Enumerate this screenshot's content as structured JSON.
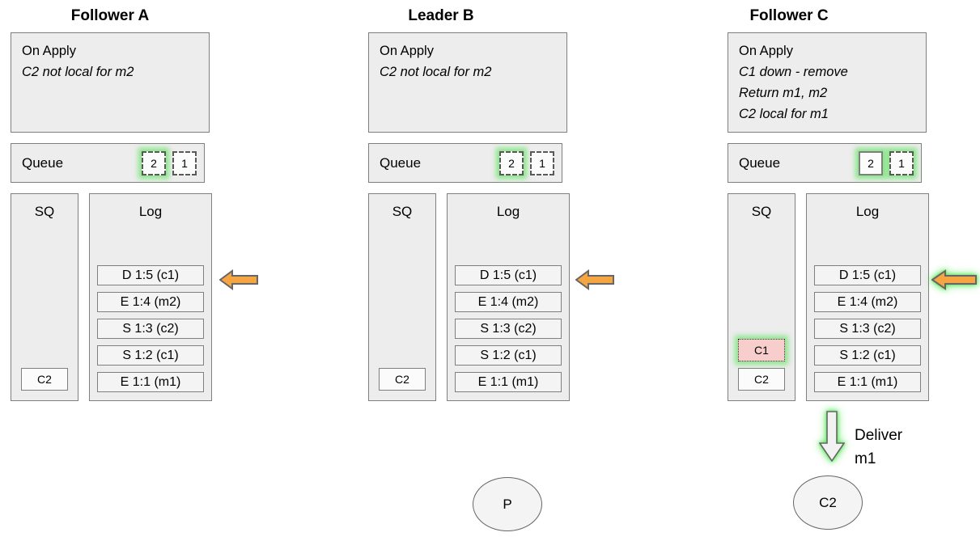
{
  "colors": {
    "box_fill": "#ededed",
    "entry_fill": "#f4f4f4",
    "border_gray": "#7f7f7f",
    "arrow_orange": "#f6a543",
    "removed_pink": "#f8cecc",
    "glow_green": "#5ce25c"
  },
  "nodes": [
    {
      "title": "Follower A",
      "on_apply": {
        "heading": "On Apply",
        "lines": [
          "C2 not local for m2"
        ]
      },
      "queue": {
        "label": "Queue",
        "items": [
          {
            "label": "2",
            "border": "dashed",
            "glow": true
          },
          {
            "label": "1",
            "border": "dashed",
            "glow": false
          }
        ]
      },
      "sq": {
        "label": "SQ",
        "items": [
          {
            "label": "C2",
            "state": "normal"
          }
        ]
      },
      "log": {
        "label": "Log",
        "entries": [
          "D 1:5 (c1)",
          "E 1:4 (m2)",
          "S 1:3 (c2)",
          "S 1:2 (c1)",
          "E 1:1 (m1)"
        ]
      },
      "apply_arrow": {
        "glow": false
      }
    },
    {
      "title": "Leader B",
      "on_apply": {
        "heading": "On Apply",
        "lines": [
          "C2 not local for m2"
        ]
      },
      "queue": {
        "label": "Queue",
        "items": [
          {
            "label": "2",
            "border": "dashed",
            "glow": true
          },
          {
            "label": "1",
            "border": "dashed",
            "glow": false
          }
        ]
      },
      "sq": {
        "label": "SQ",
        "items": [
          {
            "label": "C2",
            "state": "normal"
          }
        ]
      },
      "log": {
        "label": "Log",
        "entries": [
          "D 1:5 (c1)",
          "E 1:4 (m2)",
          "S 1:3 (c2)",
          "S 1:2 (c1)",
          "E 1:1 (m1)"
        ]
      },
      "apply_arrow": {
        "glow": false
      },
      "actor": {
        "label": "P"
      }
    },
    {
      "title": "Follower C",
      "on_apply": {
        "heading": "On Apply",
        "lines": [
          "C1 down - remove",
          "Return m1, m2",
          "C2 local for m1"
        ]
      },
      "queue": {
        "label": "Queue",
        "items": [
          {
            "label": "2",
            "border": "solid",
            "glow": true
          },
          {
            "label": "1",
            "border": "dashed",
            "glow": true
          }
        ]
      },
      "sq": {
        "label": "SQ",
        "items": [
          {
            "label": "C1",
            "state": "removed"
          },
          {
            "label": "C2",
            "state": "normal"
          }
        ]
      },
      "log": {
        "label": "Log",
        "entries": [
          "D 1:5 (c1)",
          "E 1:4 (m2)",
          "S 1:3 (c2)",
          "S 1:2 (c1)",
          "E 1:1 (m1)"
        ]
      },
      "apply_arrow": {
        "glow": true
      },
      "deliver": {
        "line1": "Deliver",
        "line2": "m1"
      },
      "actor": {
        "label": "C2"
      }
    }
  ]
}
